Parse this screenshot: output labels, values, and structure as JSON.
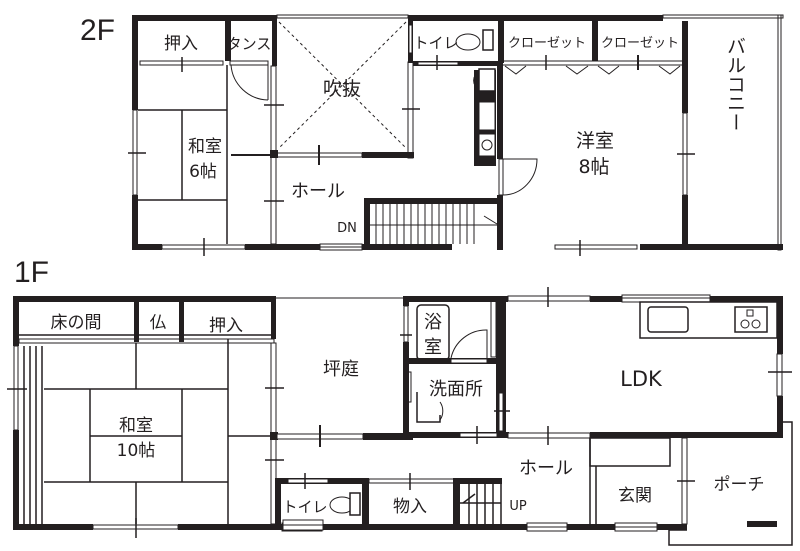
{
  "plan": {
    "colors": {
      "wall": "#231f20",
      "background": "#ffffff"
    },
    "floors": [
      {
        "id": "2F",
        "label": "2F",
        "rooms": [
          {
            "id": "oshiire-2f",
            "label": "押入"
          },
          {
            "id": "tansu",
            "label": "タンス"
          },
          {
            "id": "fukinuke",
            "label": "吹抜"
          },
          {
            "id": "toilet-2f",
            "label": "トイレ"
          },
          {
            "id": "closet-1",
            "label": "クローゼット"
          },
          {
            "id": "closet-2",
            "label": "クローゼット"
          },
          {
            "id": "washitsu-6",
            "label": "和室",
            "size": "6帖"
          },
          {
            "id": "yoshitsu-8",
            "label": "洋室",
            "size": "8帖"
          },
          {
            "id": "balcony",
            "label": "バルコニー"
          },
          {
            "id": "hall-2f",
            "label": "ホール"
          }
        ],
        "stairs_label": "DN"
      },
      {
        "id": "1F",
        "label": "1F",
        "rooms": [
          {
            "id": "tokonoma",
            "label": "床の間"
          },
          {
            "id": "butsuma",
            "label": "仏"
          },
          {
            "id": "oshiire-1f",
            "label": "押入"
          },
          {
            "id": "tsuboniwa",
            "label": "坪庭"
          },
          {
            "id": "bathroom",
            "label": "浴室"
          },
          {
            "id": "washroom",
            "label": "洗面所"
          },
          {
            "id": "ldk",
            "label": "LDK"
          },
          {
            "id": "washitsu-10",
            "label": "和室",
            "size": "10帖"
          },
          {
            "id": "hall-1f",
            "label": "ホール"
          },
          {
            "id": "toilet-1f",
            "label": "トイレ"
          },
          {
            "id": "storage",
            "label": "物入"
          },
          {
            "id": "genkan",
            "label": "玄関"
          },
          {
            "id": "porch",
            "label": "ポーチ"
          }
        ],
        "stairs_label": "UP"
      }
    ]
  }
}
